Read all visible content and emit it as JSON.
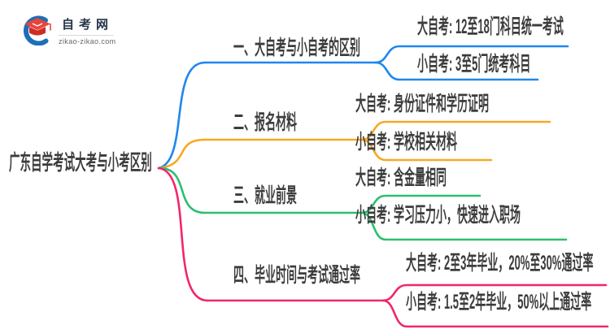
{
  "logo": {
    "title": "自考网",
    "url": "zikao-zikao.com"
  },
  "root": {
    "label": "广东自学考试大考与小考区别"
  },
  "branches": [
    {
      "label": "一、大自考与小自考的区别",
      "color": "#1e87ee",
      "children": [
        "大自考: 12至18门科目统一考试",
        "小自考: 3至5门统考科目"
      ]
    },
    {
      "label": "二、报名材料",
      "color": "#f7a823",
      "children": [
        "大自考: 身份证件和学历证明",
        "小自考: 学校相关材料"
      ]
    },
    {
      "label": "三、就业前景",
      "color": "#2bbf6e",
      "children": [
        "大自考: 含金量相同",
        "小自考: 学习压力小，快速进入职场"
      ]
    },
    {
      "label": "四、毕业时间与考试通过率",
      "color": "#f1256d",
      "children": [
        "大自考: 2至3年毕业，20%至30%通过率",
        "小自考: 1.5至2年毕业，50%以上通过率"
      ]
    }
  ],
  "colors": {
    "node_text": "#3c3c3c",
    "logo_navy": "#27344a",
    "logo_red": "#e8443a",
    "logo_blue": "#1d6fb8"
  }
}
